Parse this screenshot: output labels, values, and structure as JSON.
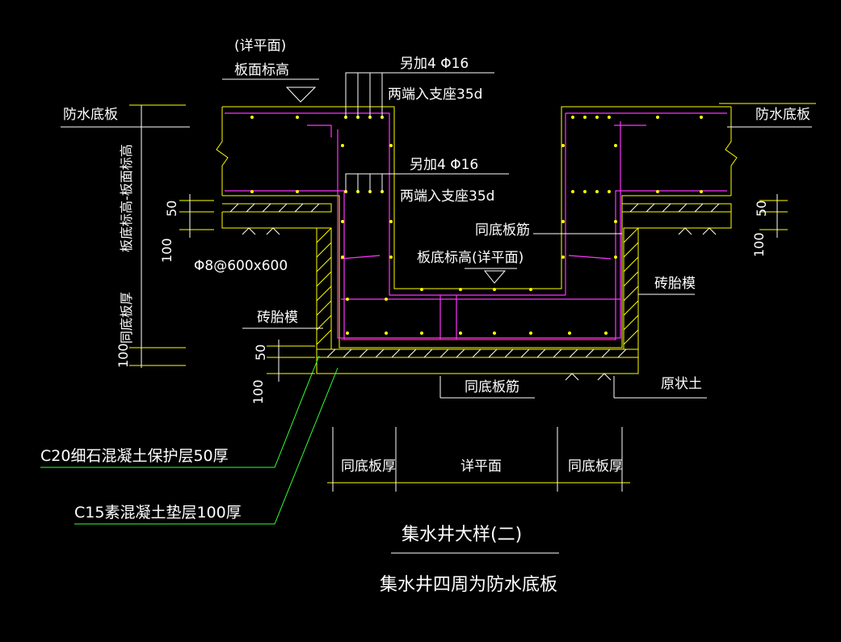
{
  "drawing": {
    "title": "集水井大样(二)",
    "subtitle": "集水井四周为防水底板",
    "labels": {
      "slab_top_elev_detail": "(详平面)",
      "slab_top_elev": "板面标高",
      "waterproof_slab_left": "防水底板",
      "waterproof_slab_right": "防水底板",
      "extra_bars_1": "另加4 Φ16",
      "anchor_1": "两端入支座35d",
      "extra_bars_2": "另加4 Φ16",
      "anchor_2": "两端入支座35d",
      "same_bottom_bar_upper": "同底板筋",
      "pit_bottom_elev": "板底标高(详平面)",
      "mesh": "Φ8@600x600",
      "brick_mold_left": "砖胎模",
      "brick_mold_right": "砖胎模",
      "same_bottom_bar_lower": "同底板筋",
      "original_soil": "原状土",
      "c20_layer": "C20细石混凝土保护层50厚",
      "c15_layer": "C15素混凝土垫层100厚",
      "vert_elev": "板底标高-板面标高",
      "vert_thickness": "同底板厚",
      "dim_50_left": "50",
      "dim_100_left": "100",
      "dim_100_left2": "100",
      "dim_50_right": "50",
      "dim_100_right": "100",
      "dim_50_pit": "50",
      "dim_100_pit": "100",
      "bottom_dim_left": "同底板厚",
      "bottom_dim_mid": "详平面",
      "bottom_dim_right": "同底板厚"
    }
  }
}
